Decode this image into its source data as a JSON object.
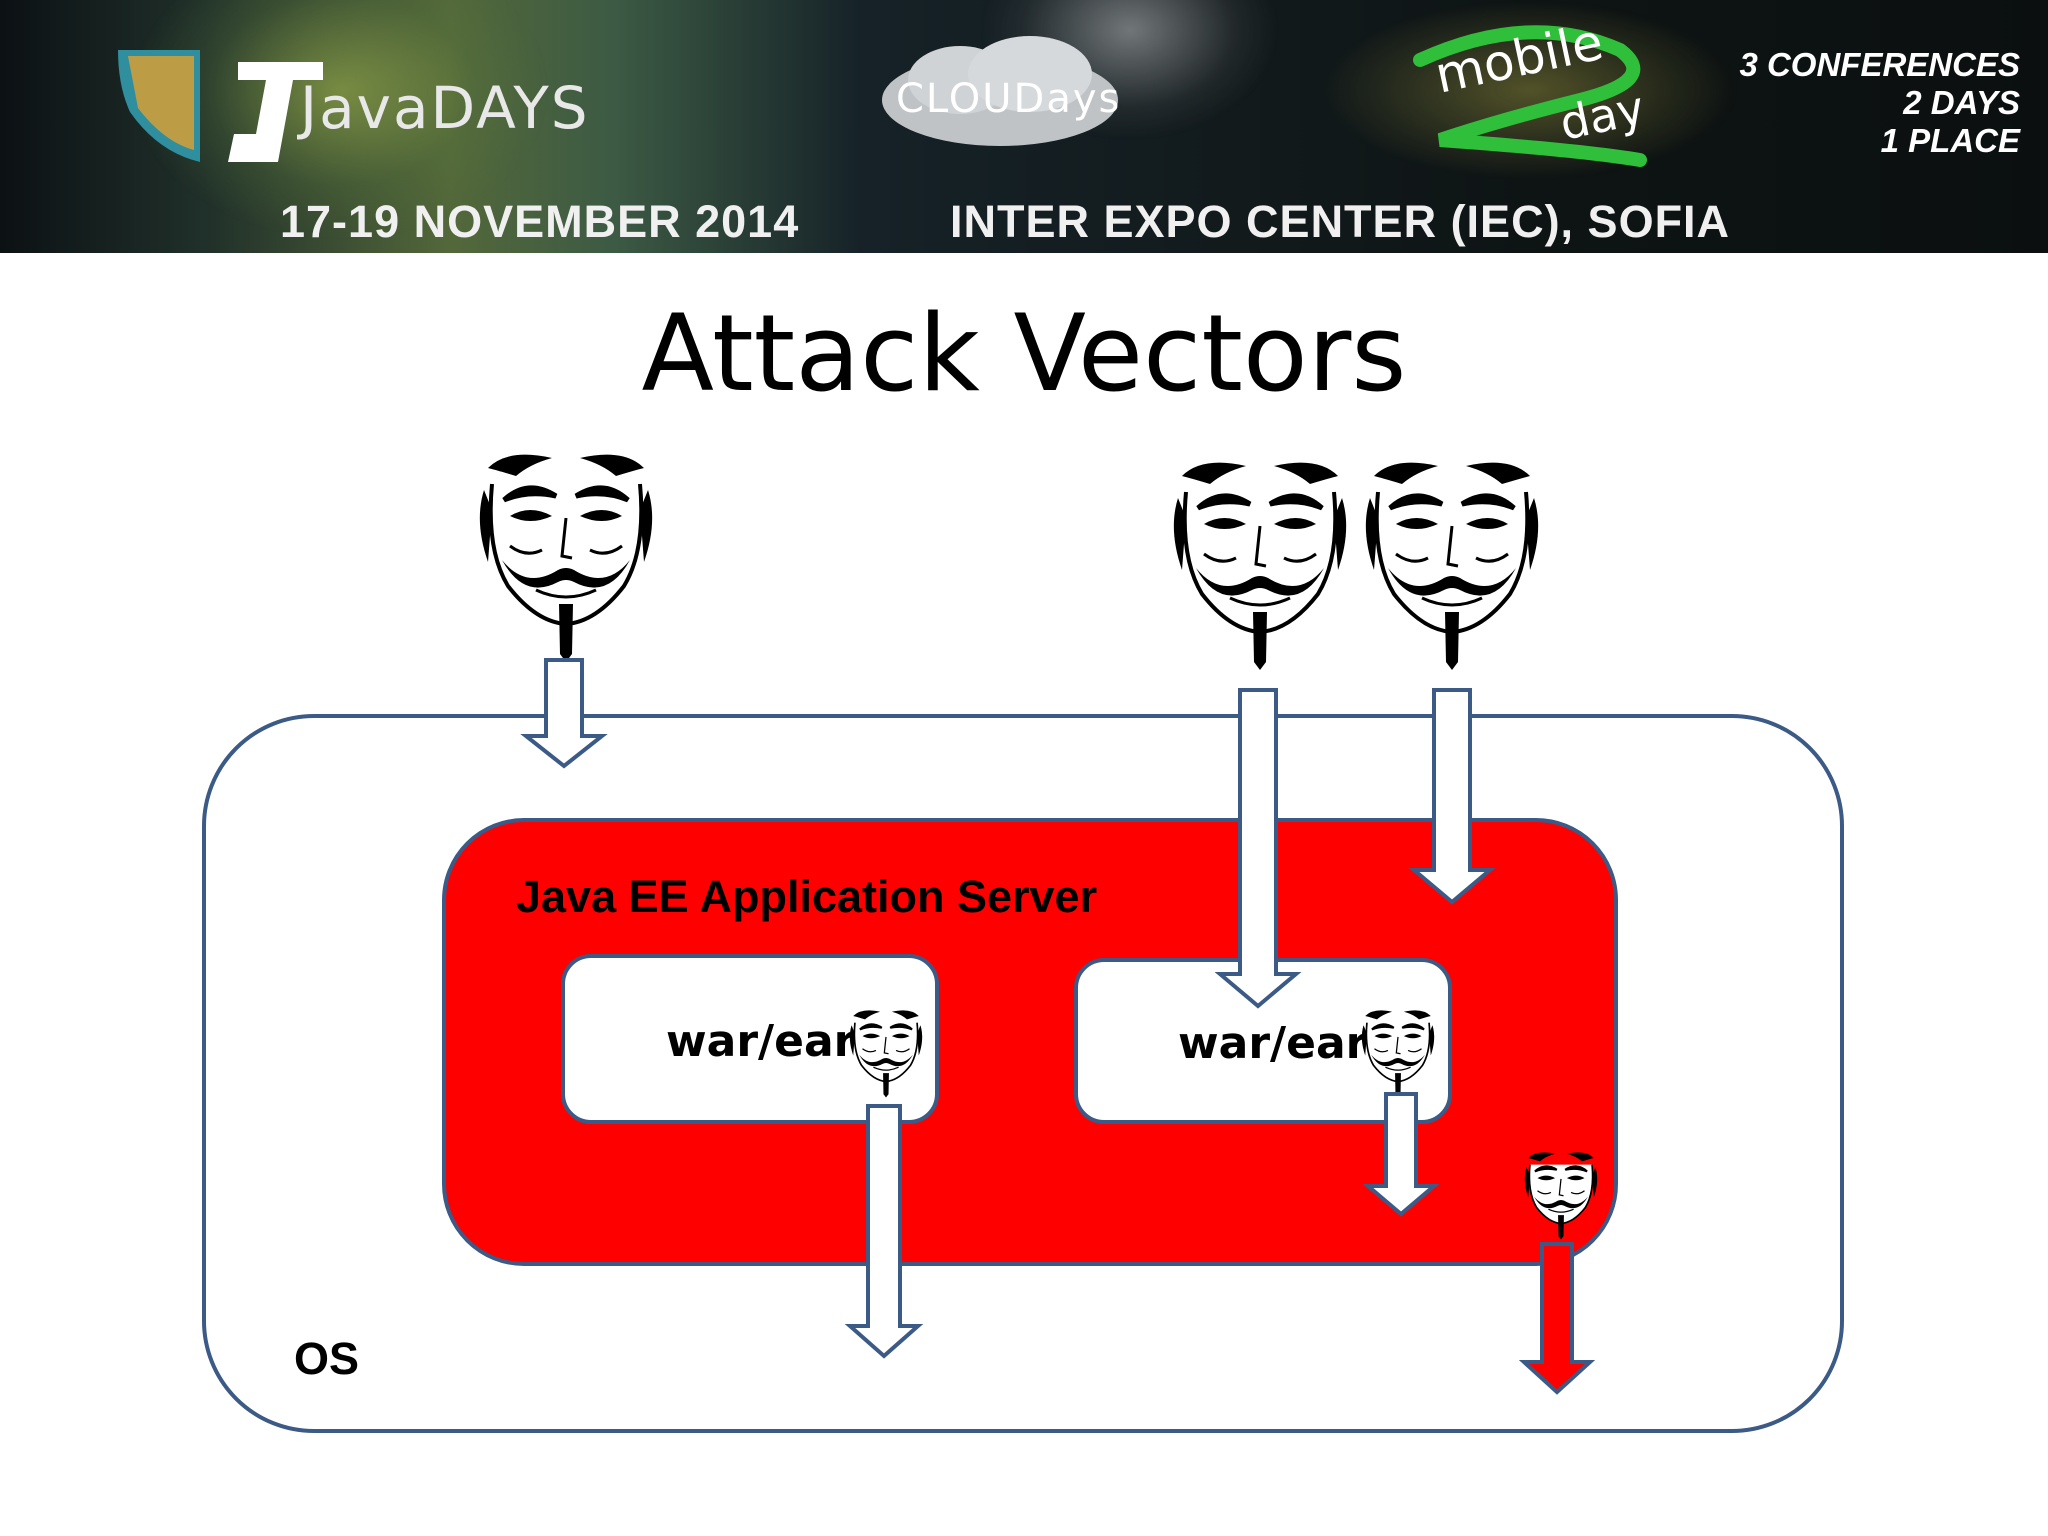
{
  "banner": {
    "java_logo": "JavaDAYS",
    "cloud_logo": "CLOUDays",
    "mobile_logo_line1": "mobile",
    "mobile_logo_line2": "day",
    "tagline": [
      "3 CONFERENCES",
      "2 DAYS",
      "1 PLACE"
    ],
    "date": "17-19 NOVEMBER 2014",
    "venue": "INTER EXPO CENTER (IEC), SOFIA"
  },
  "slide": {
    "title": "Attack Vectors"
  },
  "diagram": {
    "os_label": "OS",
    "server_label": "Java EE Application Server",
    "app_labels": [
      "war/ear",
      "war/ear"
    ],
    "icons": [
      "guy-fawkes-mask-icon",
      "down-arrow-icon"
    ],
    "colors": {
      "server_fill": "#ff0000",
      "outline": "#3b5a86",
      "red_arrow": "#ff0000"
    }
  }
}
